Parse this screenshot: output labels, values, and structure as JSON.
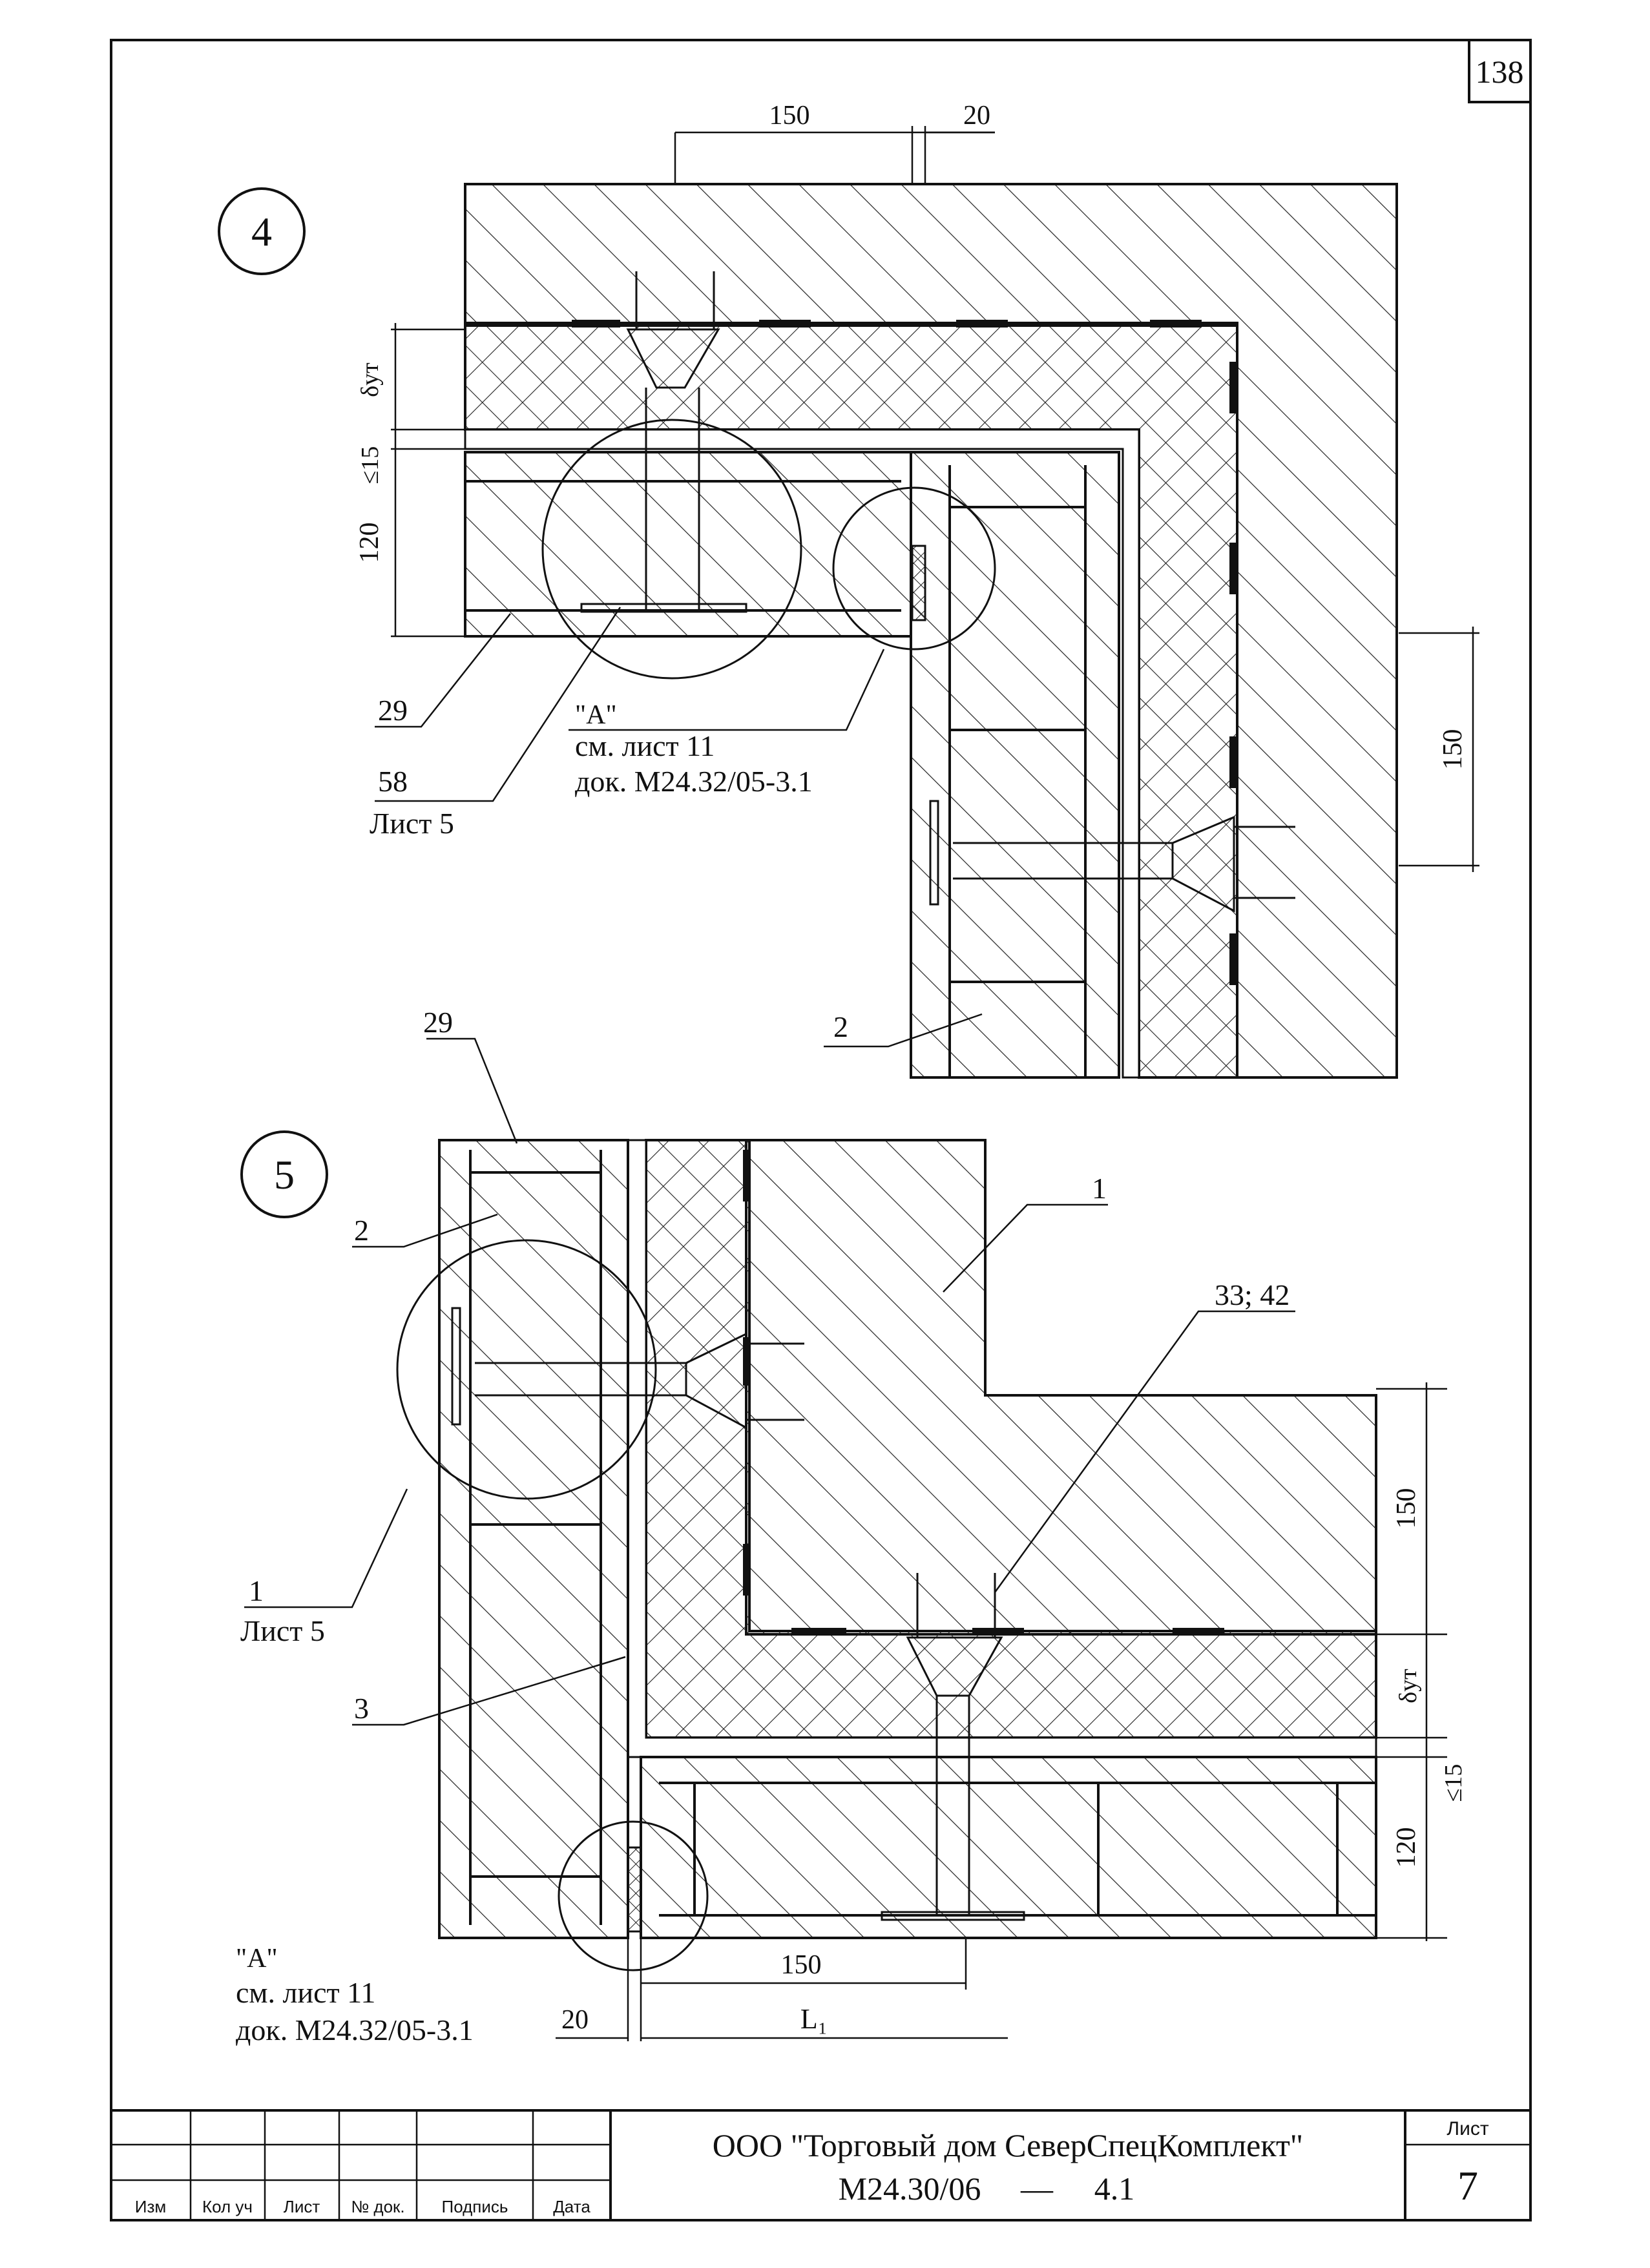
{
  "sheet_number": "138",
  "detail_4": {
    "marker": "4",
    "dims": {
      "top_150": "150",
      "top_20": "20",
      "delta": "δут",
      "max_15": "≤15",
      "d_120": "120",
      "right_150": "150"
    },
    "callouts": {
      "c29": "29",
      "c58": "58",
      "c58_sheet": "Лист 5",
      "c2": "2"
    },
    "ref_A": {
      "label": "\"А\"",
      "line1": "см. лист 11",
      "line2": "док. М24.32/05-3.1"
    }
  },
  "detail_5": {
    "marker": "5",
    "dims": {
      "right_150": "150",
      "delta": "δут",
      "max_15": "≤15",
      "d_120": "120",
      "bottom_150": "150",
      "bottom_L1": "L₁",
      "bottom_20": "20"
    },
    "callouts": {
      "c29": "29",
      "c2": "2",
      "c1": "1",
      "c3342": "33; 42",
      "c1_left": "1",
      "c1_sheet": "Лист 5",
      "c3": "3"
    },
    "ref_A": {
      "label": "\"А\"",
      "line1": "см. лист 11",
      "line2": "док. М24.32/05-3.1"
    }
  },
  "title_block": {
    "headers": [
      "Изм",
      "Кол уч",
      "Лист",
      "№ док.",
      "Подпись",
      "Дата"
    ],
    "company": "ООО \"Торговый дом СеверСпецКомплект\"",
    "doc_code": "М24.30/06",
    "doc_dash": "—",
    "doc_suffix": "4.1",
    "sheet_label": "Лист",
    "sheet_value": "7"
  }
}
